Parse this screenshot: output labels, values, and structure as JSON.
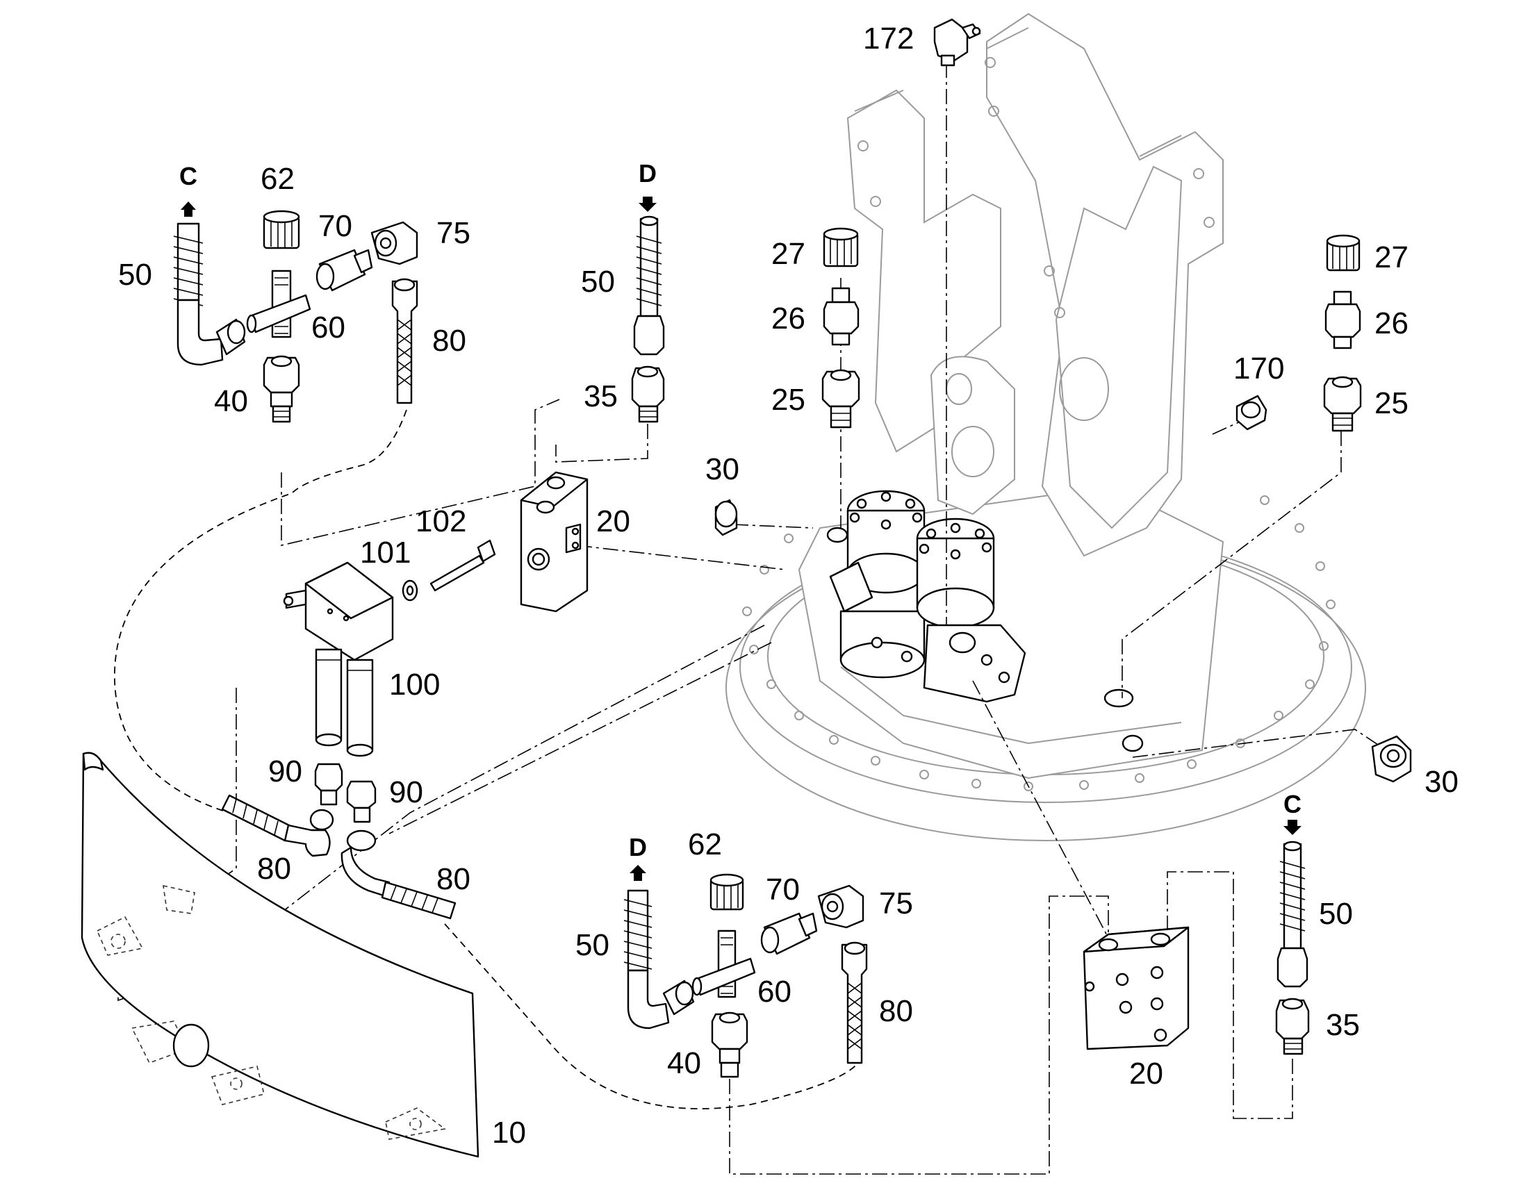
{
  "callouts": {
    "c172": "172",
    "c62_top": "62",
    "c70_top": "70",
    "c75_top": "75",
    "c50_topleft": "50",
    "c60_top": "60",
    "c80_top": "80",
    "c40_top": "40",
    "c50_mid": "50",
    "c35_mid": "35",
    "c27_mid": "27",
    "c26_mid": "26",
    "c25_mid": "25",
    "c27_right": "27",
    "c26_right": "26",
    "c25_right": "25",
    "c170": "170",
    "c30_left": "30",
    "c20_mid": "20",
    "c102": "102",
    "c101": "101",
    "c100": "100",
    "c90_left": "90",
    "c90_right": "90",
    "c80_left": "80",
    "c80_right": "80",
    "c30_right": "30",
    "c62_bot": "62",
    "c70_bot": "70",
    "c75_bot": "75",
    "c50_botleft": "50",
    "c60_bot": "60",
    "c80_bot": "80",
    "c40_bot": "40",
    "c50_botright": "50",
    "c35_botright": "35",
    "c20_bot": "20",
    "c10": "10"
  },
  "connection_markers": {
    "c_top": "C",
    "d_top": "D",
    "d_bottom": "D",
    "c_bottom": "C"
  },
  "icons": {
    "arrow_up": "arrow-up-icon",
    "arrow_down": "arrow-down-icon"
  },
  "colors": {
    "line": "#000000",
    "ghost": "#9a9a9a",
    "background": "#ffffff"
  }
}
